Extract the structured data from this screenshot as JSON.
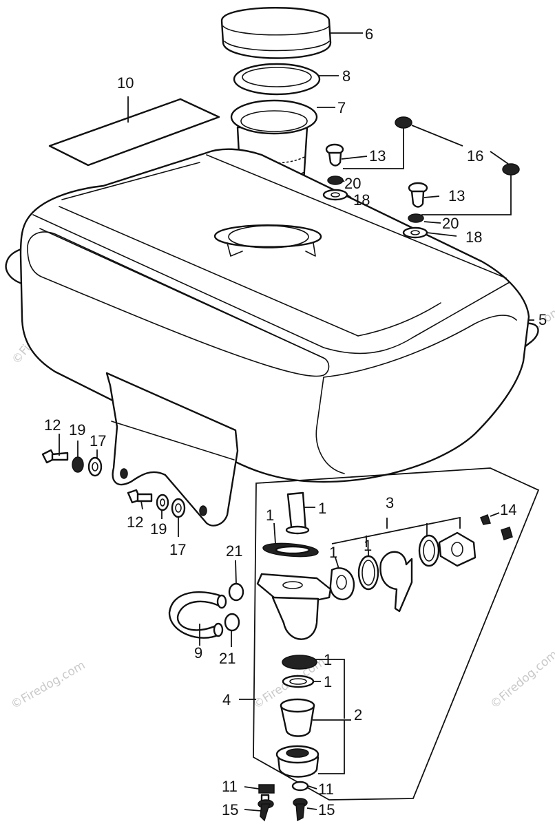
{
  "watermark": "©Firedog.com",
  "callouts": {
    "c1a": "1",
    "c1b": "1",
    "c1c": "1",
    "c1d": "1",
    "c1e": "1",
    "c1f": "1",
    "c2": "2",
    "c3": "3",
    "c4": "4",
    "c5": "5",
    "c6": "6",
    "c7": "7",
    "c8": "8",
    "c9": "9",
    "c10": "10",
    "c11a": "11",
    "c11b": "11",
    "c12a": "12",
    "c12b": "12",
    "c13a": "13",
    "c13b": "13",
    "c14": "14",
    "c15a": "15",
    "c15b": "15",
    "c16": "16",
    "c17a": "17",
    "c17b": "17",
    "c18a": "18",
    "c18b": "18",
    "c19a": "19",
    "c19b": "19",
    "c20a": "20",
    "c20b": "20",
    "c21a": "21",
    "c21b": "21"
  }
}
